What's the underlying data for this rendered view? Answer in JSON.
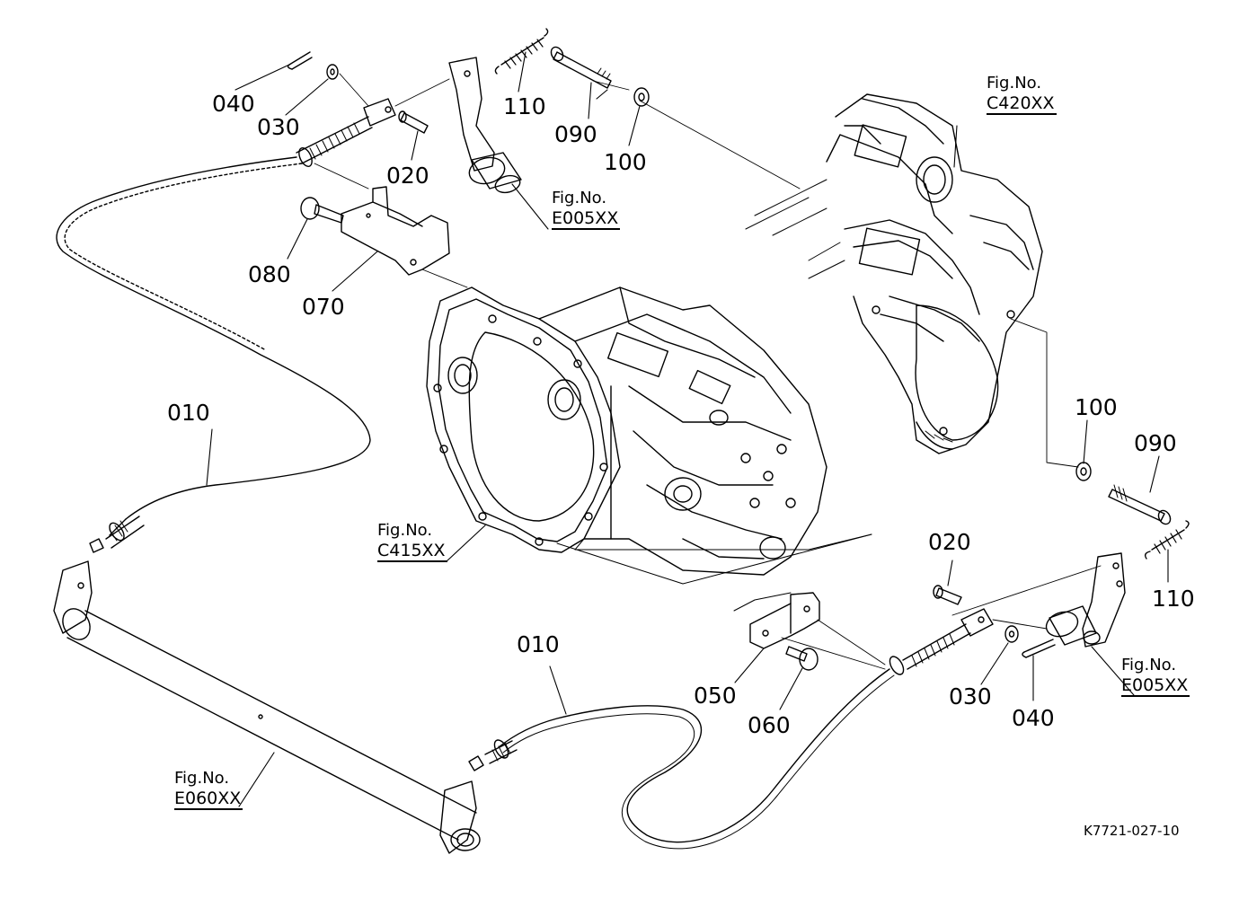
{
  "diagram": {
    "callouts": {
      "c040a": "040",
      "c030a": "030",
      "c110a": "110",
      "c090a": "090",
      "c100a": "100",
      "c020a": "020",
      "c080": "080",
      "c070": "070",
      "c010a": "010",
      "c010b": "010",
      "c100b": "100",
      "c090b": "090",
      "c020b": "020",
      "c110b": "110",
      "c050": "050",
      "c060": "060",
      "c030b": "030",
      "c040b": "040"
    },
    "figrefs": {
      "c420": {
        "label": "Fig.No.",
        "code": "C420XX"
      },
      "e005a": {
        "label": "Fig.No.",
        "code": "E005XX"
      },
      "c415": {
        "label": "Fig.No.",
        "code": "C415XX"
      },
      "e005b": {
        "label": "Fig.No.",
        "code": "E005XX"
      },
      "e060": {
        "label": "Fig.No.",
        "code": "E060XX"
      }
    },
    "document_id": "K7721-027-10"
  }
}
